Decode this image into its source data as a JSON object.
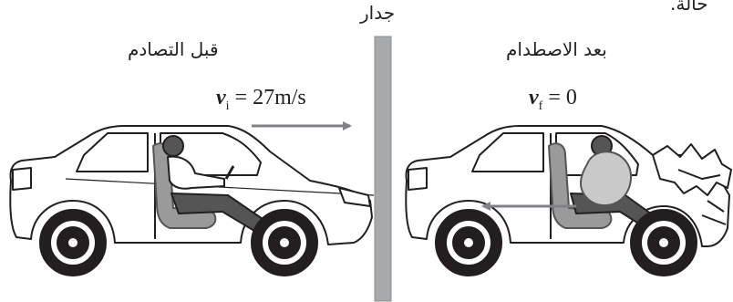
{
  "corner_fragment": "حالة.",
  "wall_label": "جدار",
  "before": {
    "title": "قبل التصادم",
    "velocity_symbol": "v",
    "velocity_sub": "i",
    "velocity_value": " = 27m/s"
  },
  "after": {
    "title": "بعد الاصطدام",
    "velocity_symbol": "v",
    "velocity_sub": "f",
    "velocity_value": " = 0"
  },
  "colors": {
    "wall": "#a7a9ab",
    "arrow": "#808285",
    "ink": "#231f20",
    "seat": "#9a9a9a",
    "airbag": "#c9c9c9"
  }
}
